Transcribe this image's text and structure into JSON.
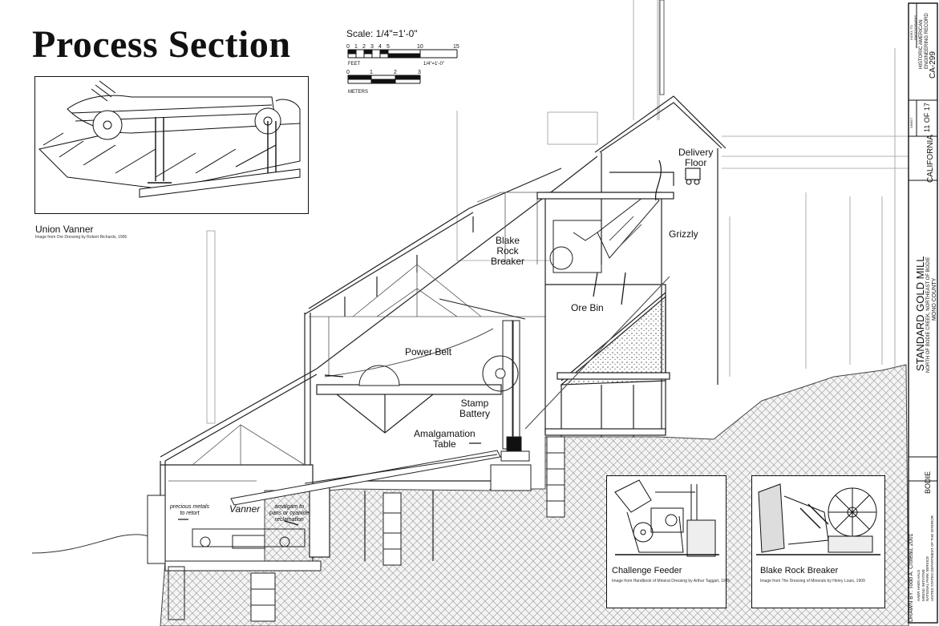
{
  "title": "Process Section",
  "scale": {
    "heading": "Scale: 1/4\"=1'-0\"",
    "feet_ticks": [
      "0",
      "1",
      "2",
      "3",
      "4",
      "5",
      "10",
      "15"
    ],
    "feet_label": "FEET",
    "feet_ratio": "1/4\"=1'-0\"",
    "meter_ticks": [
      "0",
      "1",
      "2",
      "3"
    ],
    "meters_label": "METERS"
  },
  "vanner_inset": {
    "caption": "Union Vanner",
    "source": "Image from Ore Dressing by Robert Richards, 1906"
  },
  "labels": {
    "delivery_floor": [
      "Delivery",
      "Floor"
    ],
    "grizzly": "Grizzly",
    "blake_rock_breaker": [
      "Blake",
      "Rock",
      "Breaker"
    ],
    "ore_bin": "Ore Bin",
    "power_belt": "Power Belt",
    "stamp_battery": [
      "Stamp",
      "Battery"
    ],
    "amalgamation_table": [
      "Amalgamation",
      "Table"
    ],
    "vanner": "Vanner",
    "precious_metals": [
      "precious metals",
      "to retort"
    ],
    "amalgam": [
      "amalgam to",
      "pans or cyanide",
      "reclamation"
    ]
  },
  "challenge_inset": {
    "caption": "Challenge Feeder",
    "source": "Image from Handbook of Mineral Dressing by Arthur Taggart, 1945"
  },
  "blake_inset": {
    "caption": "Blake Rock Breaker",
    "source": "Image from The Dressing of Minerals by Henry Louis, 1909"
  },
  "title_block": {
    "drawn_by": "DRAWN BY: Todd A. Croteau, 2001",
    "agency_lines": [
      "HAER HABS HALS",
      "MINING INITIATIVE",
      "NATIONAL PARK SERVICE",
      "UNITED STATES DEPARTMENT OF THE INTERIOR"
    ],
    "project": "STANDARD GOLD MILL",
    "location": "NORTH OF BODIE CREEK, NORTHEAST OF BODIE",
    "county": "MONO COUNTY",
    "state": "CALIFORNIA",
    "town": "BODIE",
    "record": [
      "HISTORIC AMERICAN",
      "ENGINEERING RECORD"
    ],
    "record_number": "CA-299",
    "sheet": "11 OF 17",
    "sheet_label": "SHEET",
    "index_note": [
      "INDEX TO",
      "PHOTOGRAPHS"
    ]
  }
}
